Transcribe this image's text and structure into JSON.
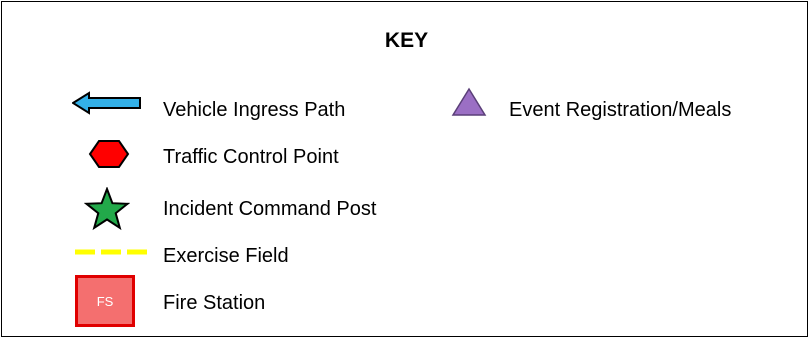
{
  "key": {
    "title": "KEY",
    "items": [
      {
        "label": "Vehicle Ingress Path",
        "icon": "arrow-left-icon",
        "color": "#33b0e8"
      },
      {
        "label": "Event Registration/Meals",
        "icon": "triangle-icon",
        "color": "#9b6fc4"
      },
      {
        "label": "Traffic Control Point",
        "icon": "hexagon-icon",
        "color": "#ff0000"
      },
      {
        "label": "Incident Command Post",
        "icon": "star-icon",
        "color": "#22a94a"
      },
      {
        "label": "Exercise Field",
        "icon": "dashed-line-icon",
        "color": "#ffff00"
      },
      {
        "label": "Fire Station",
        "icon": "fire-station-icon",
        "color": "#f46f6f",
        "icon_text": "FS"
      }
    ]
  }
}
